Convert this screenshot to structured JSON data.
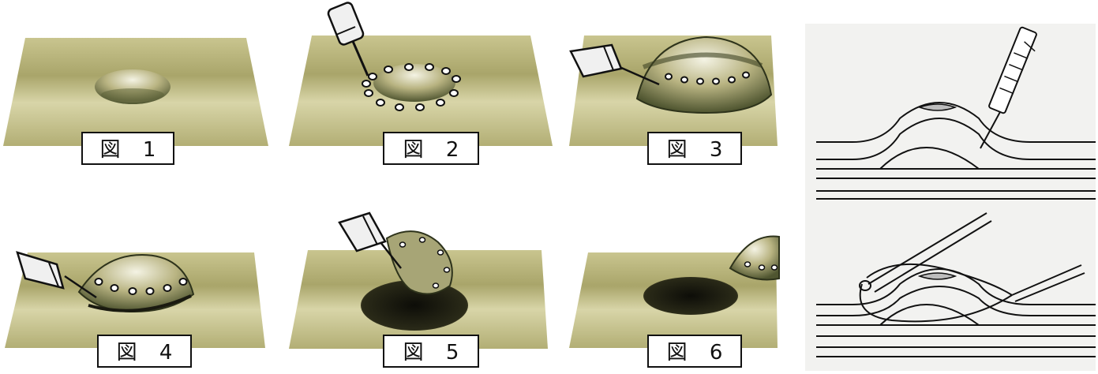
{
  "figures": [
    {
      "id": 1,
      "label": "図 1",
      "step": "lesion"
    },
    {
      "id": 2,
      "label": "図 2",
      "step": "marking"
    },
    {
      "id": 3,
      "label": "図 3",
      "step": "injection-lift"
    },
    {
      "id": 4,
      "label": "図 4",
      "step": "incision"
    },
    {
      "id": 5,
      "label": "図 5",
      "step": "dissection"
    },
    {
      "id": 6,
      "label": "図 6",
      "step": "resected"
    }
  ],
  "colors": {
    "tissue": "#b8b478",
    "tissue_light": "#d2cfa0",
    "tissue_dark": "#8f8a52",
    "lesion": "#6f7a4a",
    "ulcer": "#1a1a10",
    "instrument": "#e8e8e8",
    "line": "#111111"
  },
  "icons": {
    "instrument": "endoscope-knife-icon",
    "needle": "injection-needle-icon",
    "snare": "snare-loop-icon"
  }
}
